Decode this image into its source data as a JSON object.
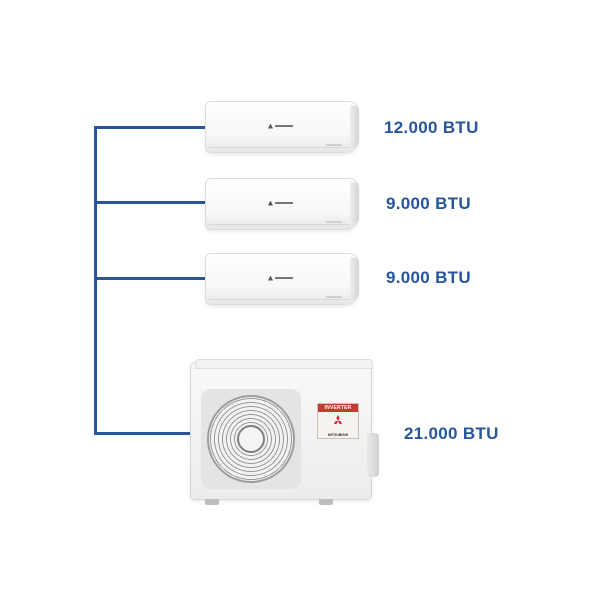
{
  "connector_color": "#2a5599",
  "text_color": "#27559c",
  "indoor_units": [
    {
      "capacity": "12.000 BTU"
    },
    {
      "capacity": "9.000 BTU"
    },
    {
      "capacity": "9.000 BTU"
    }
  ],
  "outdoor_unit": {
    "capacity": "21.000 BTU",
    "badge": "INVERTER",
    "brand": "MITSUBISHI"
  }
}
